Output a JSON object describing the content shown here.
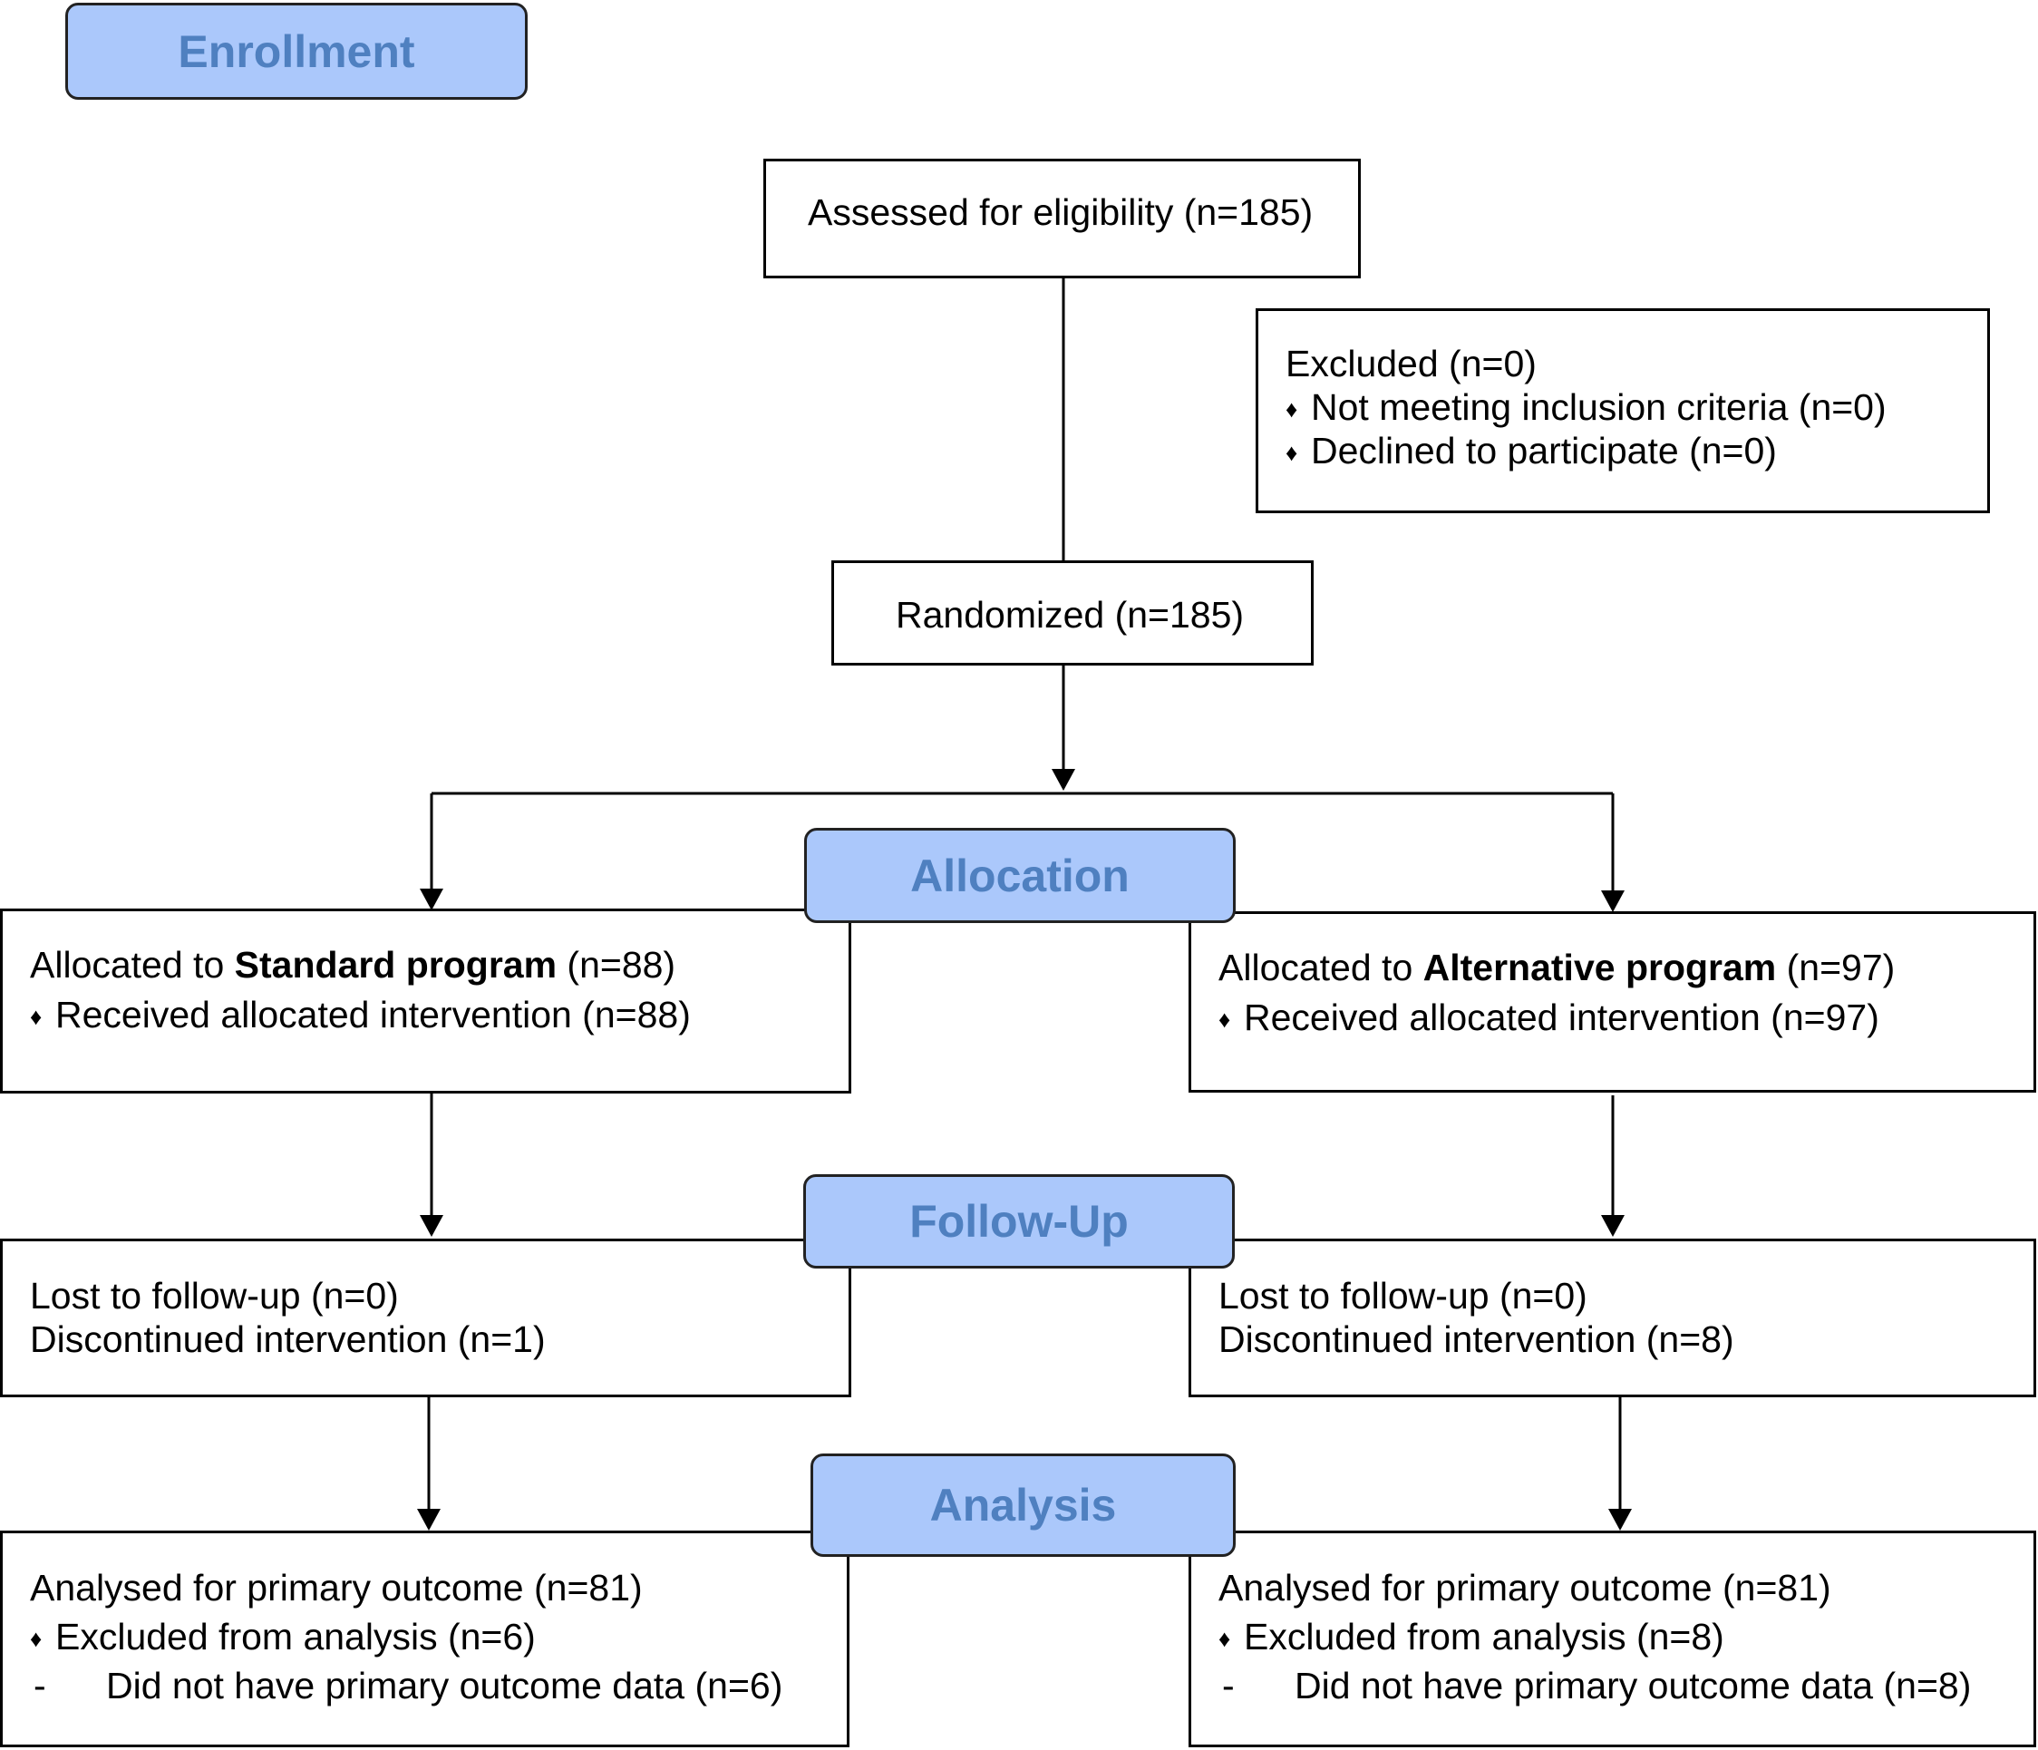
{
  "stages": {
    "enrollment": "Enrollment",
    "allocation": "Allocation",
    "follow_up": "Follow-Up",
    "analysis": "Analysis"
  },
  "enrollment": {
    "assessed": "Assessed for eligibility (n=185)",
    "excluded_title": "Excluded (n=0)",
    "excluded_items": [
      "Not meeting inclusion criteria (n=0)",
      "Declined to participate (n=0)"
    ],
    "randomized": "Randomized (n=185)"
  },
  "bullet_symbol": "♦",
  "dash_symbol": "-",
  "arms": {
    "standard": {
      "allocated_prefix": "Allocated to ",
      "program": "Standard program",
      "allocated_suffix": " (n=88)",
      "received": "Received allocated intervention (n=88)",
      "lost": "Lost to follow-up (n=0)",
      "discontinued": "Discontinued intervention (n=1)",
      "analysed": "Analysed for primary outcome (n=81)",
      "excluded": "Excluded from analysis (n=6)",
      "no_data": "Did not have primary outcome data (n=6)"
    },
    "alternative": {
      "allocated_prefix": "Allocated to ",
      "program": "Alternative program",
      "allocated_suffix": " (n=97)",
      "received": "Received allocated intervention (n=97)",
      "lost": "Lost to follow-up (n=0)",
      "discontinued": "Discontinued intervention (n=8)",
      "analysed": "Analysed for primary outcome (n=81)",
      "excluded": "Excluded from analysis (n=8)",
      "no_data": "Did not have primary outcome data (n=8)"
    }
  }
}
